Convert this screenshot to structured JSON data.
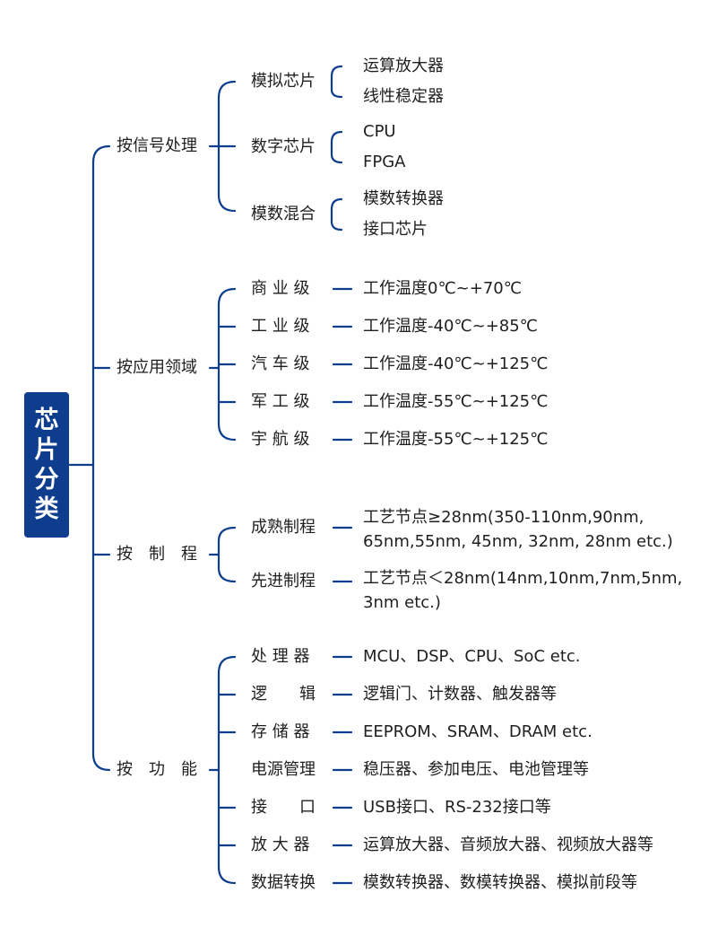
{
  "root": [
    "芯",
    "片",
    "分",
    "类"
  ],
  "branches": {
    "signal": {
      "label": "按信号处理",
      "children": [
        {
          "label": "模拟芯片",
          "items": [
            "运算放大器",
            "线性稳定器"
          ]
        },
        {
          "label": "数字芯片",
          "items": [
            "CPU",
            "FPGA"
          ]
        },
        {
          "label": "模数混合",
          "items": [
            "模数转换器",
            "接口芯片"
          ]
        }
      ]
    },
    "application": {
      "label": "按应用领域",
      "children": [
        {
          "label": "商 业 级",
          "item": "工作温度0℃~+70℃"
        },
        {
          "label": "工 业 级",
          "item": "工作温度-40℃~+85℃"
        },
        {
          "label": "汽 车 级",
          "item": "工作温度-40℃~+125℃"
        },
        {
          "label": "军 工 级",
          "item": "工作温度-55℃~+125℃"
        },
        {
          "label": "宇 航 级",
          "item": "工作温度-55℃~+125℃"
        }
      ]
    },
    "process": {
      "label": "按　制　程",
      "children": [
        {
          "label": "成熟制程",
          "lines": [
            "工艺节点≥28nm(350-110nm,90nm,",
            "65nm,55nm, 45nm, 32nm, 28nm etc.)"
          ]
        },
        {
          "label": "先进制程",
          "lines": [
            "工艺节点＜28nm(14nm,10nm,7nm,5nm,",
            "3nm etc.)"
          ]
        }
      ]
    },
    "function": {
      "label": "按　功　能",
      "children": [
        {
          "label": "处 理 器",
          "item": "MCU、DSP、CPU、SoC etc."
        },
        {
          "label": "逻　　辑",
          "item": "逻辑门、计数器、触发器等"
        },
        {
          "label": "存 储 器",
          "item": "EEPROM、SRAM、DRAM etc."
        },
        {
          "label": "电源管理",
          "item": "稳压器、参加电压、电池管理等"
        },
        {
          "label": "接　　口",
          "item": "USB接口、RS-232接口等"
        },
        {
          "label": "放 大 器",
          "item": "运算放大器、音频放大器、视频放大器等"
        },
        {
          "label": "数据转换",
          "item": "模数转换器、数模转换器、模拟前段等"
        }
      ]
    }
  }
}
